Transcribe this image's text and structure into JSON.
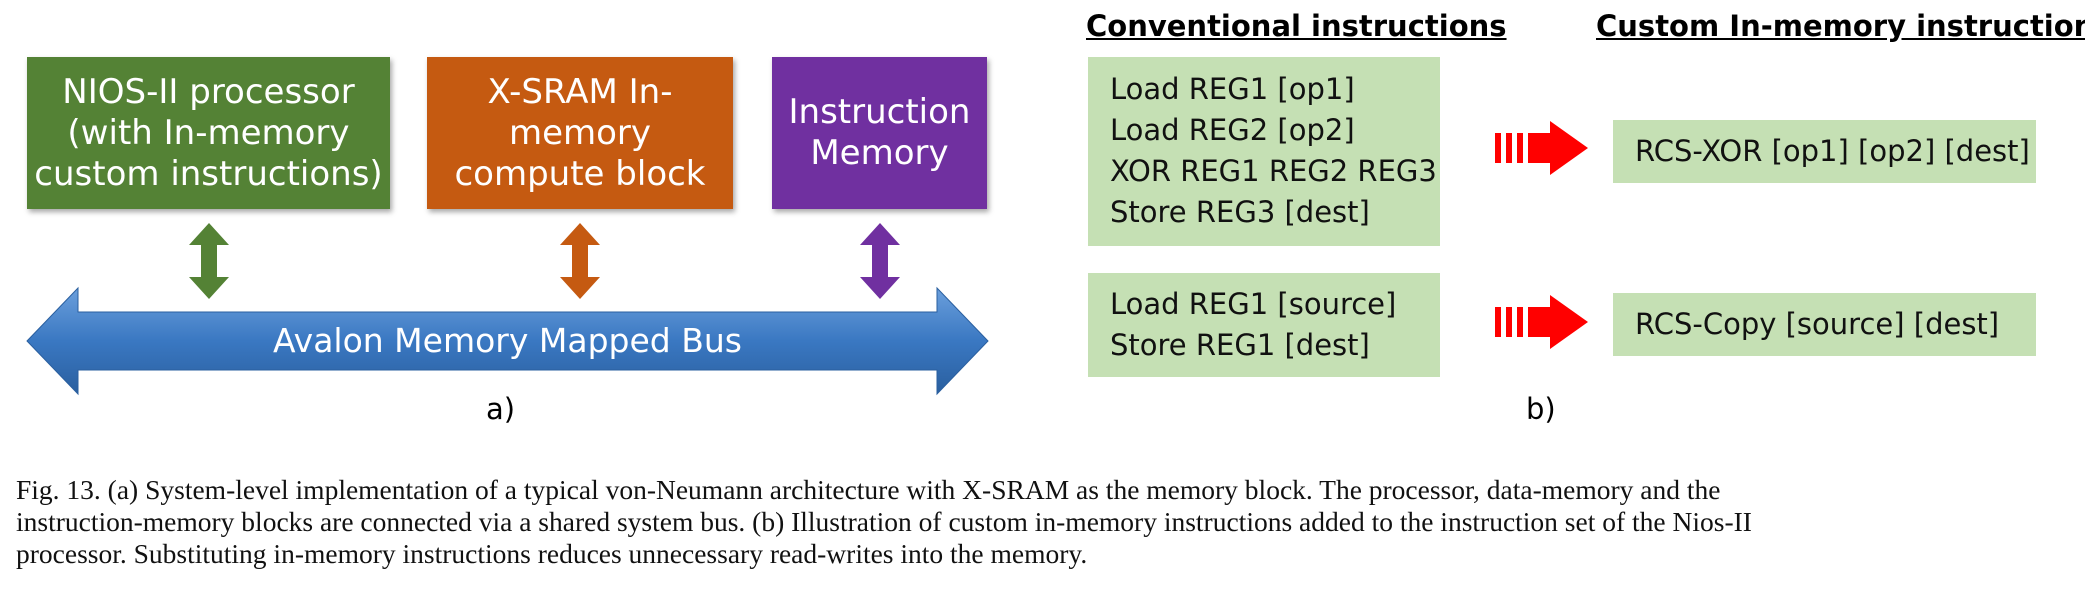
{
  "panel_a": {
    "blocks": [
      {
        "text": "NIOS-II processor\n(with In-memory\ncustom instructions)",
        "color": "#548235"
      },
      {
        "text": "X-SRAM In-\nmemory\ncompute block",
        "color": "#c55a11"
      },
      {
        "text": "Instruction\nMemory",
        "color": "#7030a0"
      }
    ],
    "bus_label": "Avalon Memory Mapped Bus",
    "bus_color": "#3a78c2",
    "label": "a)"
  },
  "panel_b": {
    "heading_conventional": "Conventional instructions",
    "heading_custom": "Custom In-memory instructions",
    "group1": {
      "conventional": [
        "Load REG1 [op1]",
        "Load REG2 [op2]",
        "XOR REG1 REG2 REG3",
        "Store REG3 [dest]"
      ],
      "custom": "RCS-XOR [op1] [op2] [dest]"
    },
    "group2": {
      "conventional": [
        "Load REG1 [source]",
        "Store REG1 [dest]"
      ],
      "custom": "RCS-Copy [source] [dest]"
    },
    "arrow_color": "#ff0000",
    "box_color": "#c5e0b4",
    "label": "b)"
  },
  "caption": [
    "Fig. 13.   (a) System-level implementation of a typical von-Neumann architecture with X-SRAM as the memory block. The processor, data-memory and the",
    "instruction-memory blocks are connected via a shared system bus. (b) Illustration of custom in-memory instructions added to the instruction set of the Nios-II",
    "processor. Substituting in-memory instructions reduces unnecessary read-writes into the memory."
  ]
}
